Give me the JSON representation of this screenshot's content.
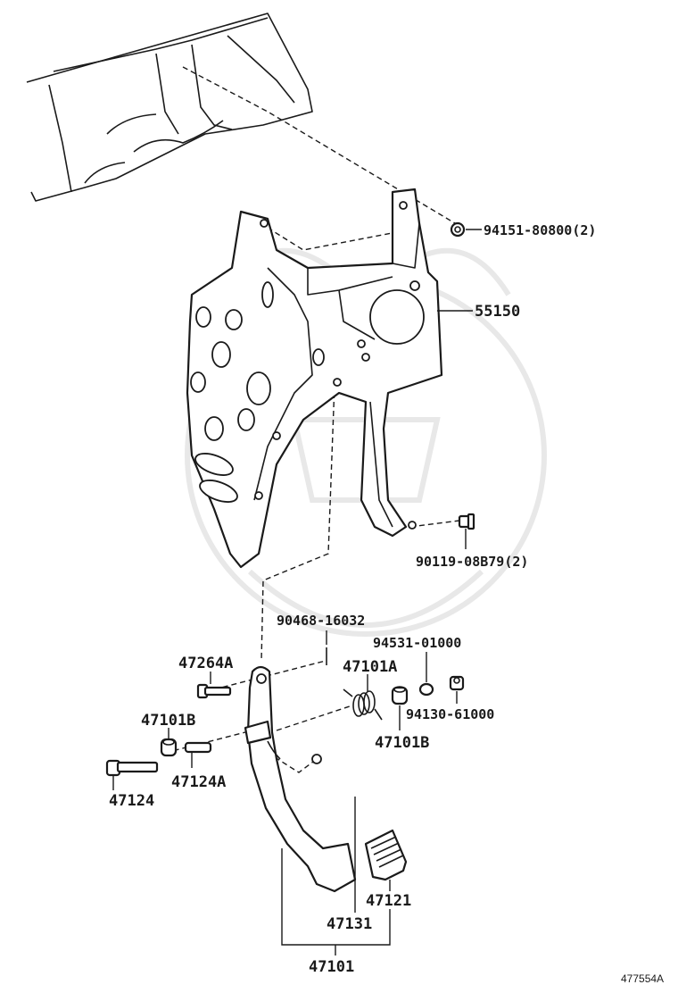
{
  "diagram": {
    "labels": {
      "nut": "94151-80800(2)",
      "support": "55150",
      "bolt_support": "90119-08B79(2)",
      "clip": "90468-16032",
      "pin": "47264A",
      "spring": "47101A",
      "washer": "94531-01000",
      "nut_small": "94130-61000",
      "bushing_left": "47101B",
      "bushing_right": "47101B",
      "bolt_pivot": "47124",
      "collar": "47124A",
      "pad": "47121",
      "pedal_arm": "47131",
      "pedal_assy": "47101"
    },
    "reference_code": "477554A"
  }
}
